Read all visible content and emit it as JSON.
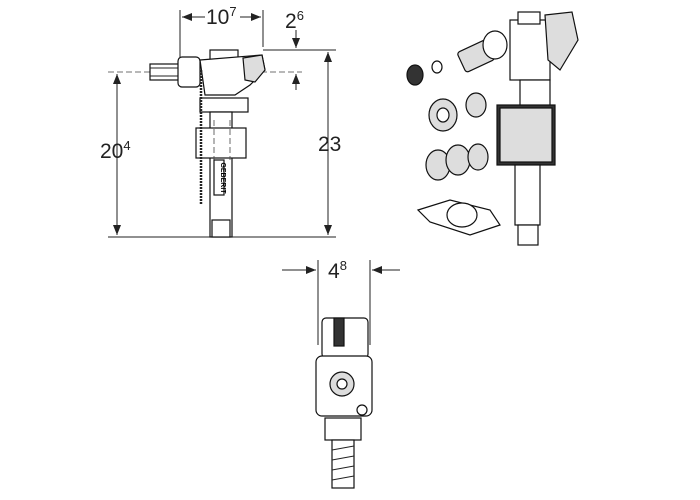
{
  "dimensions": {
    "width_side": {
      "base": "10",
      "sup": "7"
    },
    "offset_top": {
      "base": "2",
      "sup": "6"
    },
    "inlet_height": {
      "base": "20",
      "sup": "4"
    },
    "total_height": {
      "base": "23",
      "sup": ""
    },
    "width_front": {
      "base": "4",
      "sup": "8"
    }
  },
  "brand_mark": "GEBERIT"
}
